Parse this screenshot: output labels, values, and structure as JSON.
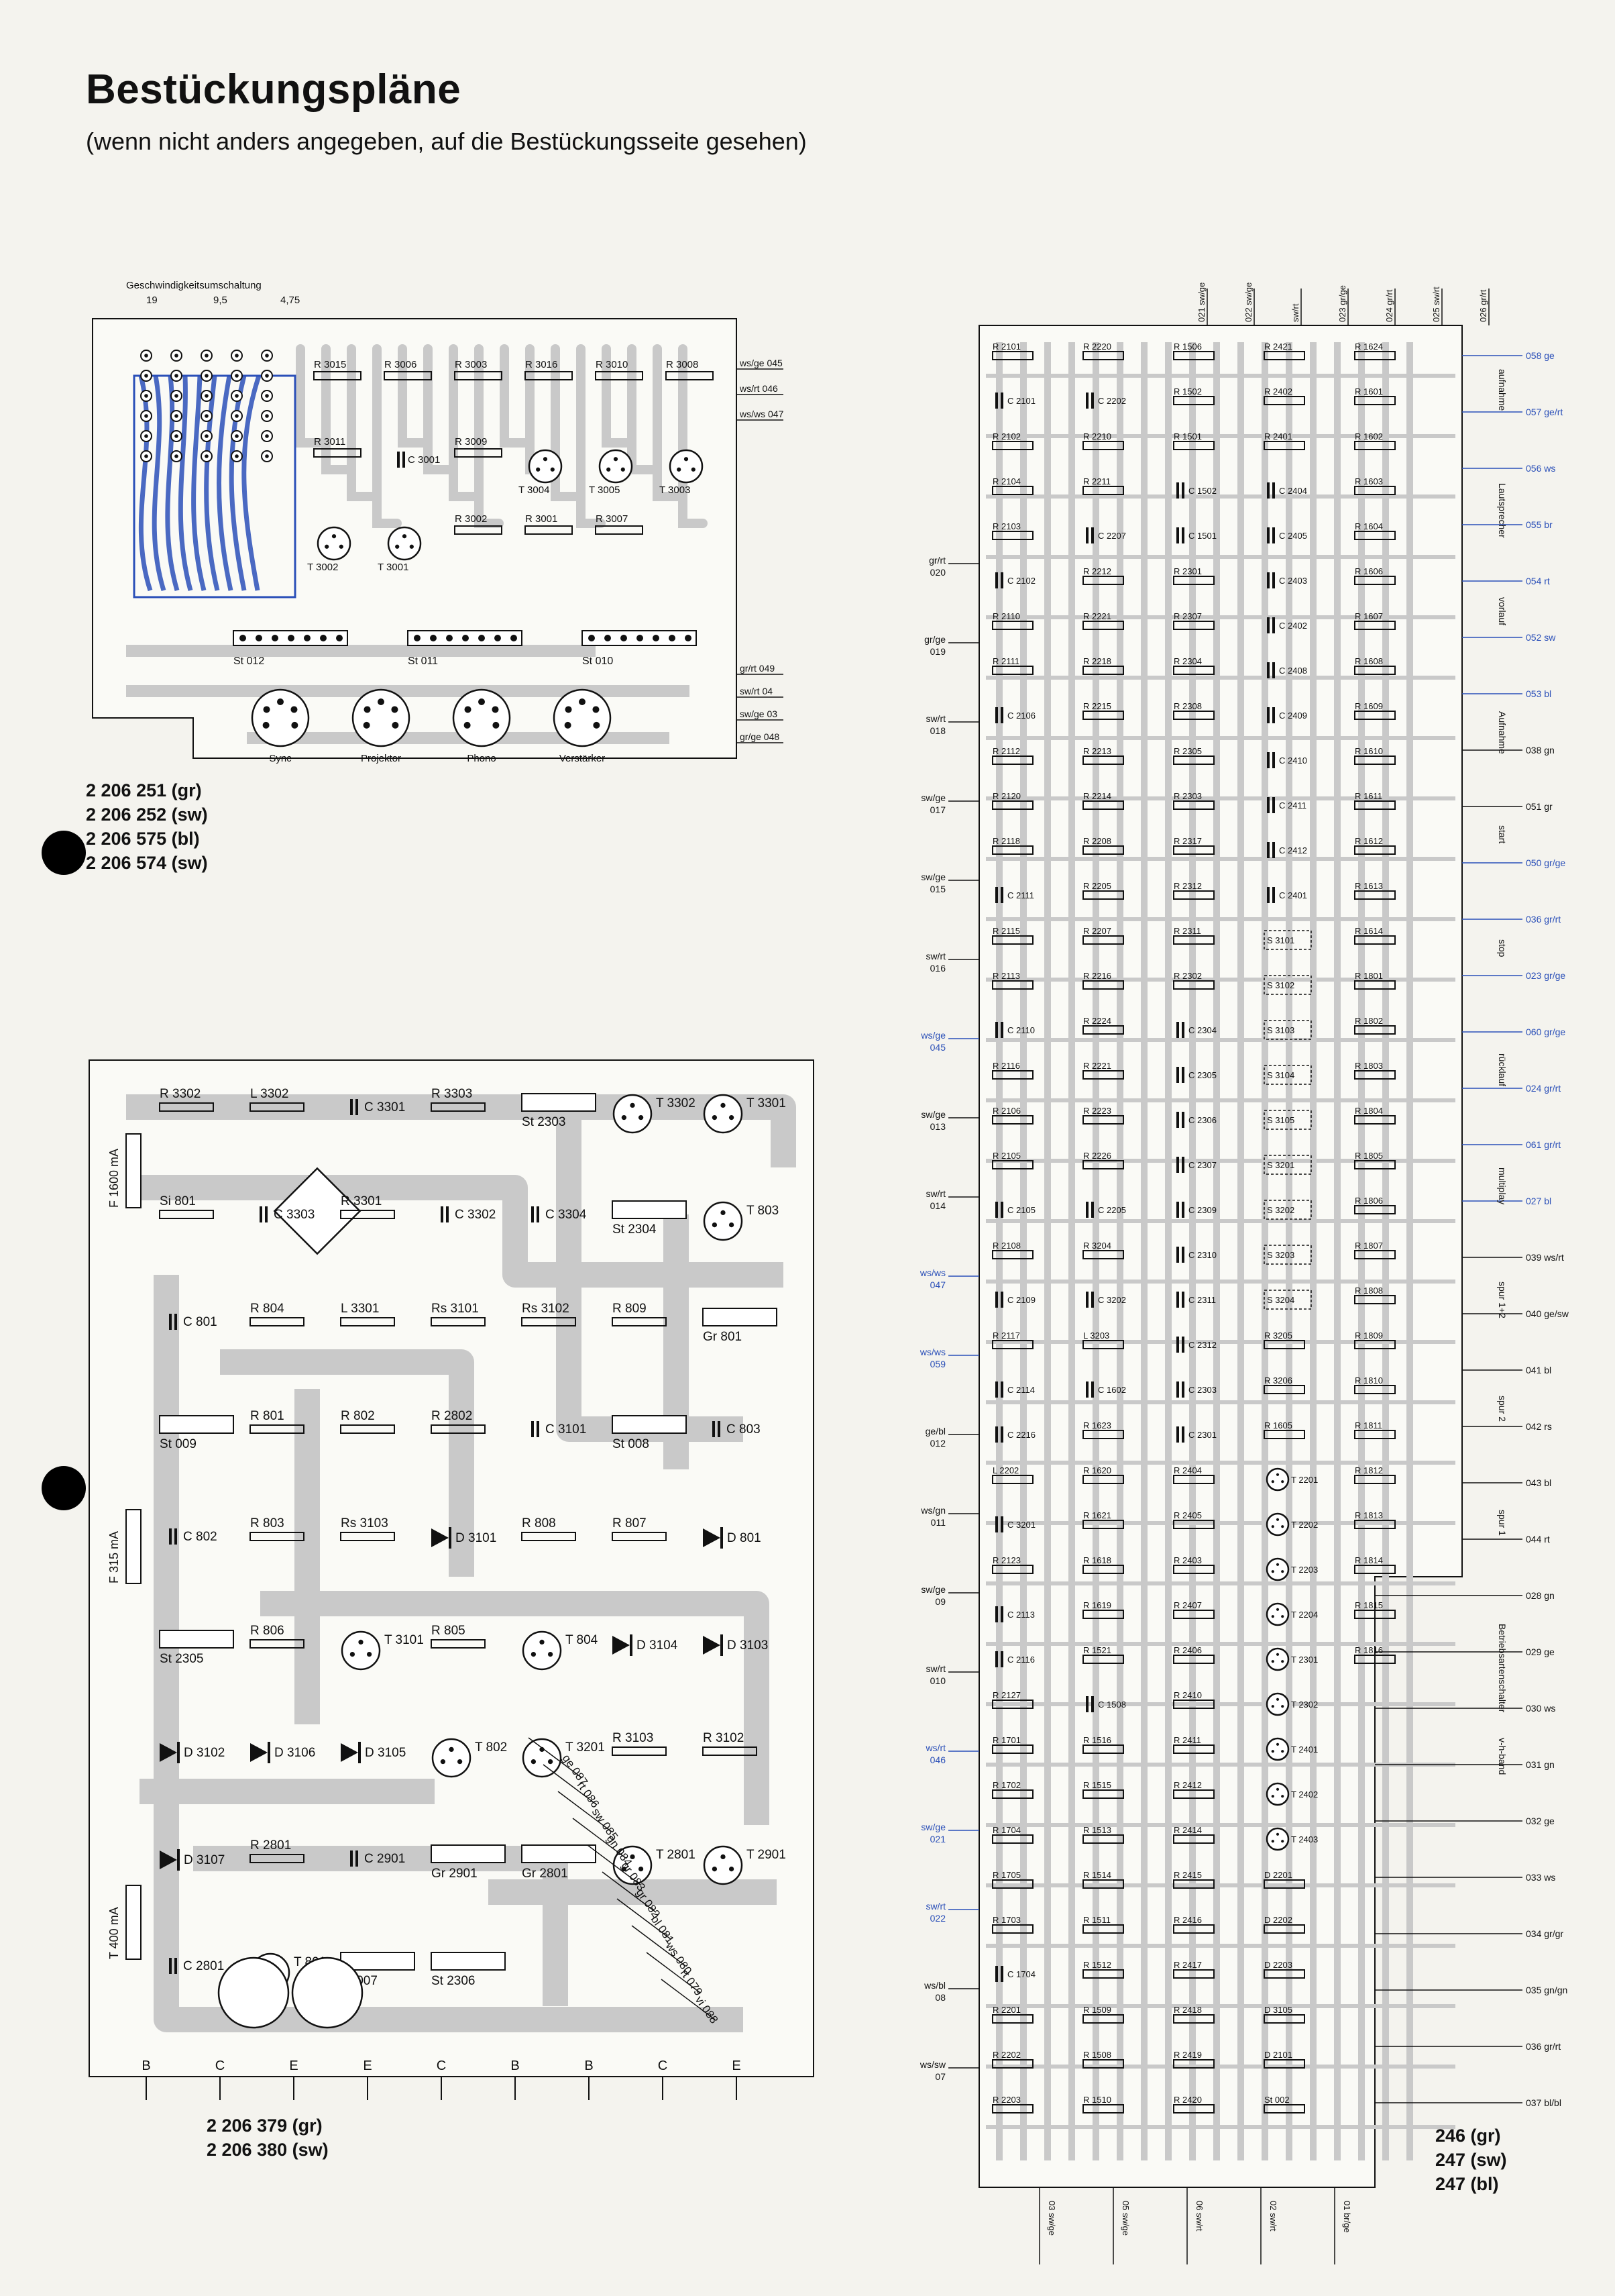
{
  "header": {
    "title": "Bestückungspläne",
    "subtitle": "(wenn nicht anders angegeben, auf die Bestückungsseite gesehen)"
  },
  "board_a": {
    "speed_label": "Geschwindigkeitsumschaltung",
    "speeds": [
      "19",
      "9,5",
      "4,75"
    ],
    "components": [
      "R 3015",
      "R 3006",
      "R 3003",
      "R 3016",
      "R 3010",
      "R 3008",
      "R 3011",
      "C 3001",
      "R 3009",
      "T 3004",
      "T 3005",
      "T 3003",
      "T 3002",
      "T 3001",
      "R 3002",
      "R 3001",
      "R 3007"
    ],
    "connectors": [
      "St 012",
      "St 011",
      "St 010"
    ],
    "jacks": [
      "Sync",
      "Projektor",
      "Phono",
      "Verstärker"
    ],
    "wires_right": [
      "ws/ge 045",
      "ws/rt 046",
      "ws/ws 047",
      "gr/rt 049",
      "sw/rt 04",
      "sw/ge 03",
      "gr/ge 048"
    ],
    "part_numbers": [
      "2 206 251 (gr)",
      "2 206 252 (sw)",
      "2 206 575 (bl)",
      "2 206 574 (sw)"
    ]
  },
  "board_b": {
    "components": [
      "R 3302",
      "L 3302",
      "C 3301",
      "R 3303",
      "St 2303",
      "T 3302",
      "T 3301",
      "Si 801",
      "C 3303",
      "R 3301",
      "C 3302",
      "C 3304",
      "St 2304",
      "T 803",
      "C 801",
      "R 804",
      "L 3301",
      "Rs 3101",
      "Rs 3102",
      "R 809",
      "Gr 801",
      "St 009",
      "R 801",
      "R 802",
      "R 2802",
      "C 3101",
      "St 008",
      "C 803",
      "C 802",
      "R 803",
      "Rs 3103",
      "D 3101",
      "R 808",
      "R 807",
      "D 801",
      "St 2305",
      "R 806",
      "T 3101",
      "R 805",
      "T 804",
      "D 3104",
      "D 3103",
      "D 3102",
      "D 3106",
      "D 3105",
      "T 802",
      "T 3201",
      "R 3103",
      "R 3102",
      "D 3107",
      "R 2801",
      "C 2901",
      "Gr 2901",
      "Gr 2801",
      "T 2801",
      "T 2901",
      "C 2801",
      "T 801",
      "St 007",
      "St 2306"
    ],
    "fuses": [
      "F 1600 mA",
      "F 315 mA",
      "T 400 mA"
    ],
    "wires": [
      "ge 087",
      "rt 086",
      "sw 085",
      "gn 084",
      "gr 083",
      "gr 082",
      "bl 081",
      "ws 080",
      "rt 079",
      "vi 088"
    ],
    "terminals": [
      "B",
      "C",
      "E",
      "E",
      "C",
      "B",
      "B",
      "C",
      "E"
    ],
    "part_numbers": [
      "2 206 379 (gr)",
      "2 206 380 (sw)"
    ]
  },
  "board_c": {
    "top_wires": [
      "021 sw/ge",
      "022 sw/ge",
      "sw/rt",
      "023 gr/ge",
      "024 gr/rt",
      "025 sw/rt",
      "026 gr/rt"
    ],
    "bottom_wires": [
      "03 sw/ge",
      "05 sw/ge",
      "06 sw/rt",
      "02 sw/rt",
      "01 br/ge"
    ],
    "left_wires": [
      "gr/rt 020",
      "gr/ge 019",
      "sw/rt 018",
      "sw/ge 017",
      "sw/ge 015",
      "sw/rt 016",
      "ws/ge 045",
      "sw/ge 013",
      "sw/rt 014",
      "ws/ws 047",
      "ws/ws 059",
      "ge/bl 012",
      "ws/gn 011",
      "sw/ge 09",
      "sw/rt 010",
      "ws/rt 046",
      "sw/ge 021",
      "sw/rt 022",
      "ws/bl 08",
      "ws/sw 07"
    ],
    "right_wires": [
      "058 ge",
      "057 ge/rt",
      "056 ws",
      "055 br",
      "054 rt",
      "052 sw",
      "053 bl",
      "038 gn",
      "051 gr",
      "050 gr/ge",
      "036 gr/rt",
      "023 gr/ge",
      "060 gr/ge",
      "024 gr/rt",
      "061 gr/rt",
      "027 bl",
      "039 ws/rt",
      "040 ge/sw",
      "041 bl",
      "042 rs",
      "043 bl",
      "044 rt",
      "028 gn",
      "029 ge",
      "030 ws",
      "031 gn",
      "032 ge",
      "033 ws",
      "034 gr/gr",
      "035 gn/gn",
      "036 gr/rt",
      "037 bl/bl"
    ],
    "side_labels": [
      "aufnahme",
      "Lautsprecher",
      "vorlauf",
      "Aufnahme",
      "start",
      "stop",
      "rücklauf",
      "multiplay",
      "spur 1+2",
      "spur 2",
      "spur 1",
      "Betriebsartenschalter",
      "v-h-band"
    ],
    "components": [
      "R 2101",
      "C 2101",
      "R 2102",
      "R 2104",
      "R 2103",
      "C 2102",
      "R 2110",
      "R 2111",
      "C 2106",
      "R 2112",
      "R 2120",
      "R 2118",
      "C 2111",
      "R 2115",
      "R 2113",
      "C 2110",
      "R 2116",
      "R 2106",
      "R 2105",
      "C 2105",
      "R 2108",
      "C 2109",
      "R 2117",
      "C 2114",
      "C 2216",
      "L 2202",
      "C 3201",
      "R 2123",
      "C 2113",
      "C 2116",
      "R 2127",
      "R 1701",
      "R 1702",
      "R 1704",
      "R 1705",
      "R 1703",
      "C 1704",
      "R 2201",
      "R 2202",
      "R 2203",
      "R 2220",
      "C 2202",
      "R 2210",
      "R 2211",
      "C 2207",
      "R 2212",
      "R 2221",
      "R 2218",
      "R 2215",
      "R 2213",
      "R 2214",
      "R 2208",
      "R 2205",
      "R 2207",
      "R 2216",
      "R 2224",
      "R 2221",
      "R 2223",
      "R 2226",
      "C 2205",
      "R 3204",
      "C 3202",
      "L 3203",
      "C 1602",
      "R 1623",
      "R 1620",
      "R 1621",
      "R 1618",
      "R 1619",
      "R 1521",
      "C 1508",
      "R 1516",
      "R 1515",
      "R 1513",
      "R 1514",
      "R 1511",
      "R 1512",
      "R 1509",
      "R 1508",
      "R 1510",
      "R 1506",
      "R 1502",
      "R 1501",
      "C 1502",
      "C 1501",
      "R 2301",
      "R 2307",
      "R 2304",
      "R 2308",
      "R 2305",
      "R 2303",
      "R 2317",
      "R 2312",
      "R 2311",
      "R 2302",
      "C 2304",
      "C 2305",
      "C 2306",
      "C 2307",
      "C 2309",
      "C 2310",
      "C 2311",
      "C 2312",
      "C 2303",
      "C 2301",
      "R 2404",
      "R 2405",
      "R 2403",
      "R 2407",
      "R 2406",
      "R 2410",
      "R 2411",
      "R 2412",
      "R 2414",
      "R 2415",
      "R 2416",
      "R 2417",
      "R 2418",
      "R 2419",
      "R 2420",
      "R 2421",
      "R 2402",
      "R 2401",
      "C 2404",
      "C 2405",
      "C 2403",
      "C 2402",
      "C 2408",
      "C 2409",
      "C 2410",
      "C 2411",
      "C 2412",
      "C 2401",
      "S 3101",
      "S 3102",
      "S 3103",
      "S 3104",
      "S 3105",
      "S 3201",
      "S 3202",
      "S 3203",
      "S 3204",
      "R 3205",
      "R 3206",
      "R 1605",
      "T 2201",
      "T 2202",
      "T 2203",
      "T 2204",
      "T 2301",
      "T 2302",
      "T 2401",
      "T 2402",
      "T 2403",
      "D 2201",
      "D 2202",
      "D 2203",
      "D 3105",
      "D 2101",
      "St 002",
      "R 1624",
      "R 1601",
      "R 1602",
      "R 1603",
      "R 1604",
      "R 1606",
      "R 1607",
      "R 1608",
      "R 1609",
      "R 1610",
      "R 1611",
      "R 1612",
      "R 1613",
      "R 1614",
      "R 1801",
      "R 1802",
      "R 1803",
      "R 1804",
      "R 1805",
      "R 1806",
      "R 1807",
      "R 1808",
      "R 1809",
      "R 1810",
      "R 1811",
      "R 1812",
      "R 1813",
      "R 1814",
      "R 1815",
      "R 1816"
    ],
    "model_numbers": [
      "246 (gr)",
      "247 (sw)",
      "247 (bl)"
    ]
  },
  "colors": {
    "paper": "#f4f3ee",
    "trace": "#c9c9c9",
    "ink": "#111111",
    "annotation_blue": "#2a4fb8",
    "hole": "#000000"
  }
}
